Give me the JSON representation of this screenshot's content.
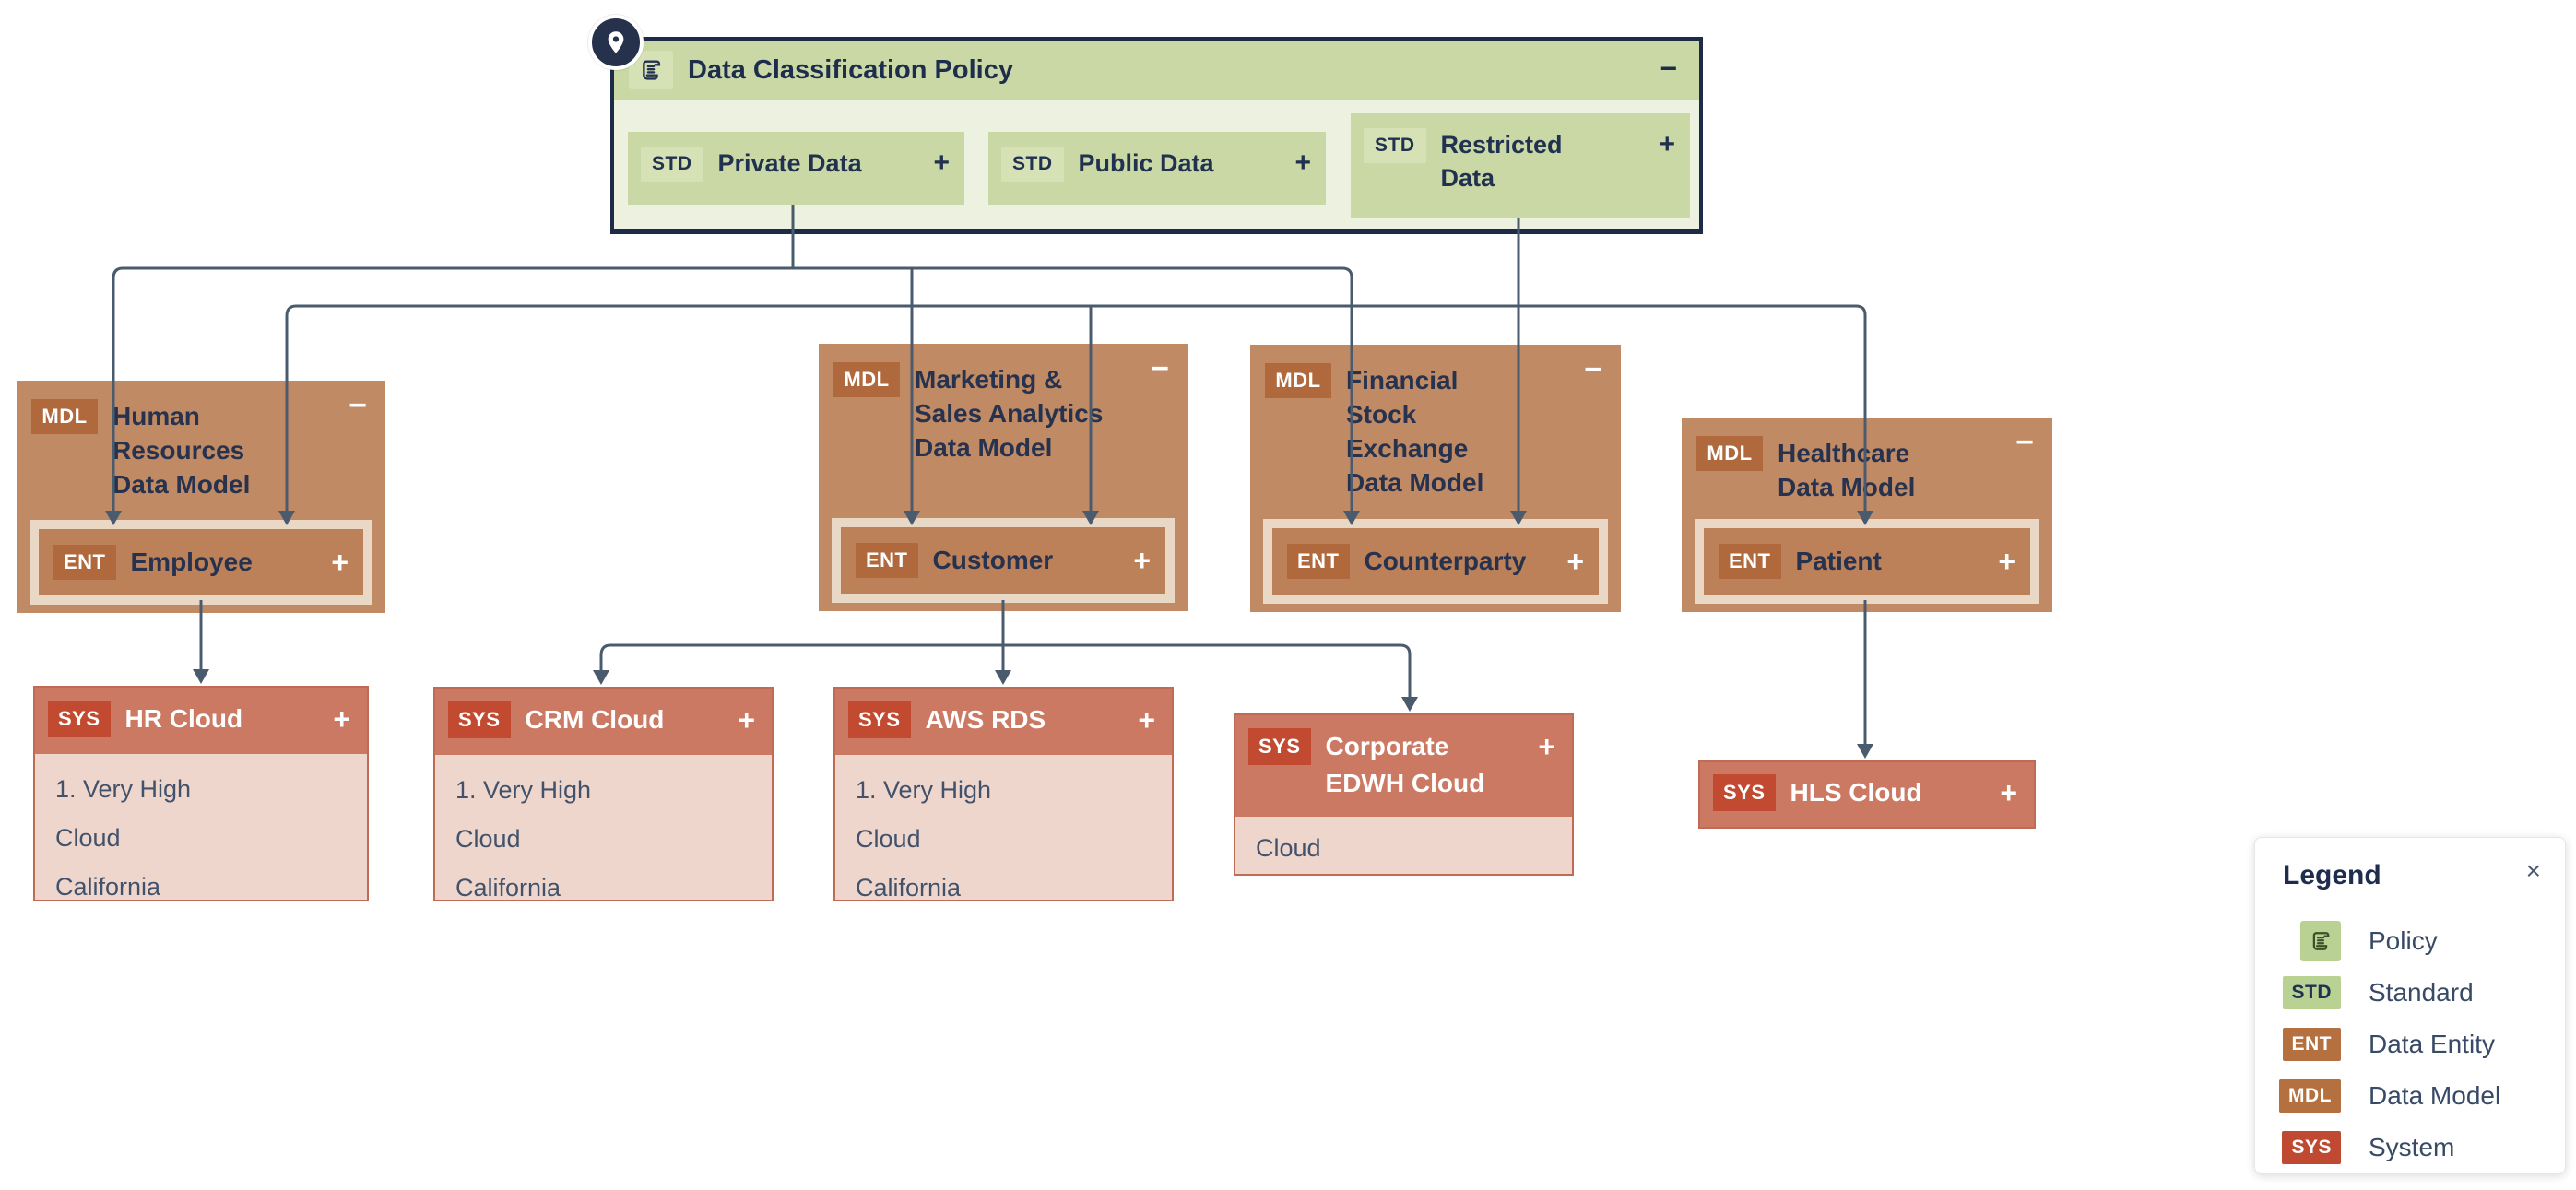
{
  "policy": {
    "title": "Data Classification Policy",
    "collapse_glyph": "−",
    "standards": [
      {
        "tag": "STD",
        "label": "Private Data",
        "expand_glyph": "+"
      },
      {
        "tag": "STD",
        "label": "Public Data",
        "expand_glyph": "+"
      },
      {
        "tag": "STD",
        "label": "Restricted Data",
        "expand_glyph": "+"
      }
    ]
  },
  "models": [
    {
      "tag": "MDL",
      "title": "Human Resources Data Model",
      "collapse_glyph": "−",
      "entity": {
        "tag": "ENT",
        "label": "Employee",
        "expand_glyph": "+"
      }
    },
    {
      "tag": "MDL",
      "title": "Marketing & Sales Analytics Data Model",
      "collapse_glyph": "−",
      "entity": {
        "tag": "ENT",
        "label": "Customer",
        "expand_glyph": "+"
      }
    },
    {
      "tag": "MDL",
      "title": "Financial Stock Exchange Data Model",
      "collapse_glyph": "−",
      "entity": {
        "tag": "ENT",
        "label": "Counterparty",
        "expand_glyph": "+"
      }
    },
    {
      "tag": "MDL",
      "title": "Healthcare Data Model",
      "collapse_glyph": "−",
      "entity": {
        "tag": "ENT",
        "label": "Patient",
        "expand_glyph": "+"
      }
    }
  ],
  "systems": [
    {
      "tag": "SYS",
      "title": "HR Cloud",
      "expand_glyph": "+",
      "attributes": [
        "1. Very High",
        "Cloud",
        "California"
      ]
    },
    {
      "tag": "SYS",
      "title": "CRM Cloud",
      "expand_glyph": "+",
      "attributes": [
        "1. Very High",
        "Cloud",
        "California"
      ]
    },
    {
      "tag": "SYS",
      "title": "AWS RDS",
      "expand_glyph": "+",
      "attributes": [
        "1. Very High",
        "Cloud",
        "California"
      ]
    },
    {
      "tag": "SYS",
      "title": "Corporate EDWH Cloud",
      "expand_glyph": "+",
      "attributes": [
        "Cloud"
      ]
    },
    {
      "tag": "SYS",
      "title": "HLS Cloud",
      "expand_glyph": "+",
      "attributes": []
    }
  ],
  "legend": {
    "title": "Legend",
    "close_glyph": "×",
    "items": [
      {
        "badge": "policy-icon",
        "label": "Policy"
      },
      {
        "badge": "STD",
        "label": "Standard"
      },
      {
        "badge": "ENT",
        "label": "Data Entity"
      },
      {
        "badge": "MDL",
        "label": "Data Model"
      },
      {
        "badge": "SYS",
        "label": "System"
      }
    ]
  },
  "colors": {
    "policy_header_green": "#c9d8a4",
    "policy_body_green": "#edf2e0",
    "standard_badge_green": "#d6e2b5",
    "legend_green": "#b9d193",
    "model_brown": "#c08a64",
    "entity_chip_brown": "#bd8159",
    "brown_badge": "#b0693c",
    "system_red": "#cb7963",
    "system_badge_red": "#c14a31",
    "system_body_pink": "#eed6cd",
    "connector_slate": "#4b5b6e",
    "text_navy": "#213150",
    "text_slate": "#42526b"
  }
}
